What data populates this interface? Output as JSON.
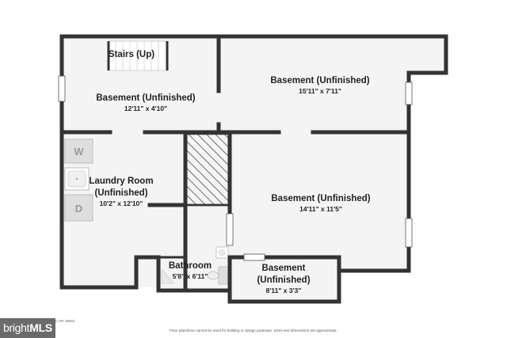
{
  "rooms": {
    "stairs": {
      "name": "Stairs (Up)"
    },
    "basement_nw": {
      "name": "Basement (Unfinished)",
      "dims": "12'11\" x 4'10\""
    },
    "basement_ne": {
      "name": "Basement (Unfinished)",
      "dims": "15'11\" x 7'11\""
    },
    "laundry": {
      "name_line1": "Laundry Room",
      "name_line2": "(Unfinished)",
      "dims": "10'2\" x 12'10\""
    },
    "basement_se": {
      "name": "Basement (Unfinished)",
      "dims": "14'11\" x 11'5\""
    },
    "bathroom": {
      "name": "Bathroom",
      "dims": "5'8\" x 6'11\""
    },
    "basement_small": {
      "name_line1": "Basement",
      "name_line2": "(Unfinished)",
      "dims": "8'11\" x 3'3\""
    }
  },
  "appliances": {
    "washer": "W",
    "dryer": "D"
  },
  "footer": {
    "address": "1520 Lucas Ln, East Norriton, PA 19401",
    "disclaimer": "Floor plans/tour cannot be used for building or design purposes. Sizes and dimensions are approximate."
  },
  "watermark": {
    "text_bright": "bright",
    "text_mls": "MLS"
  }
}
